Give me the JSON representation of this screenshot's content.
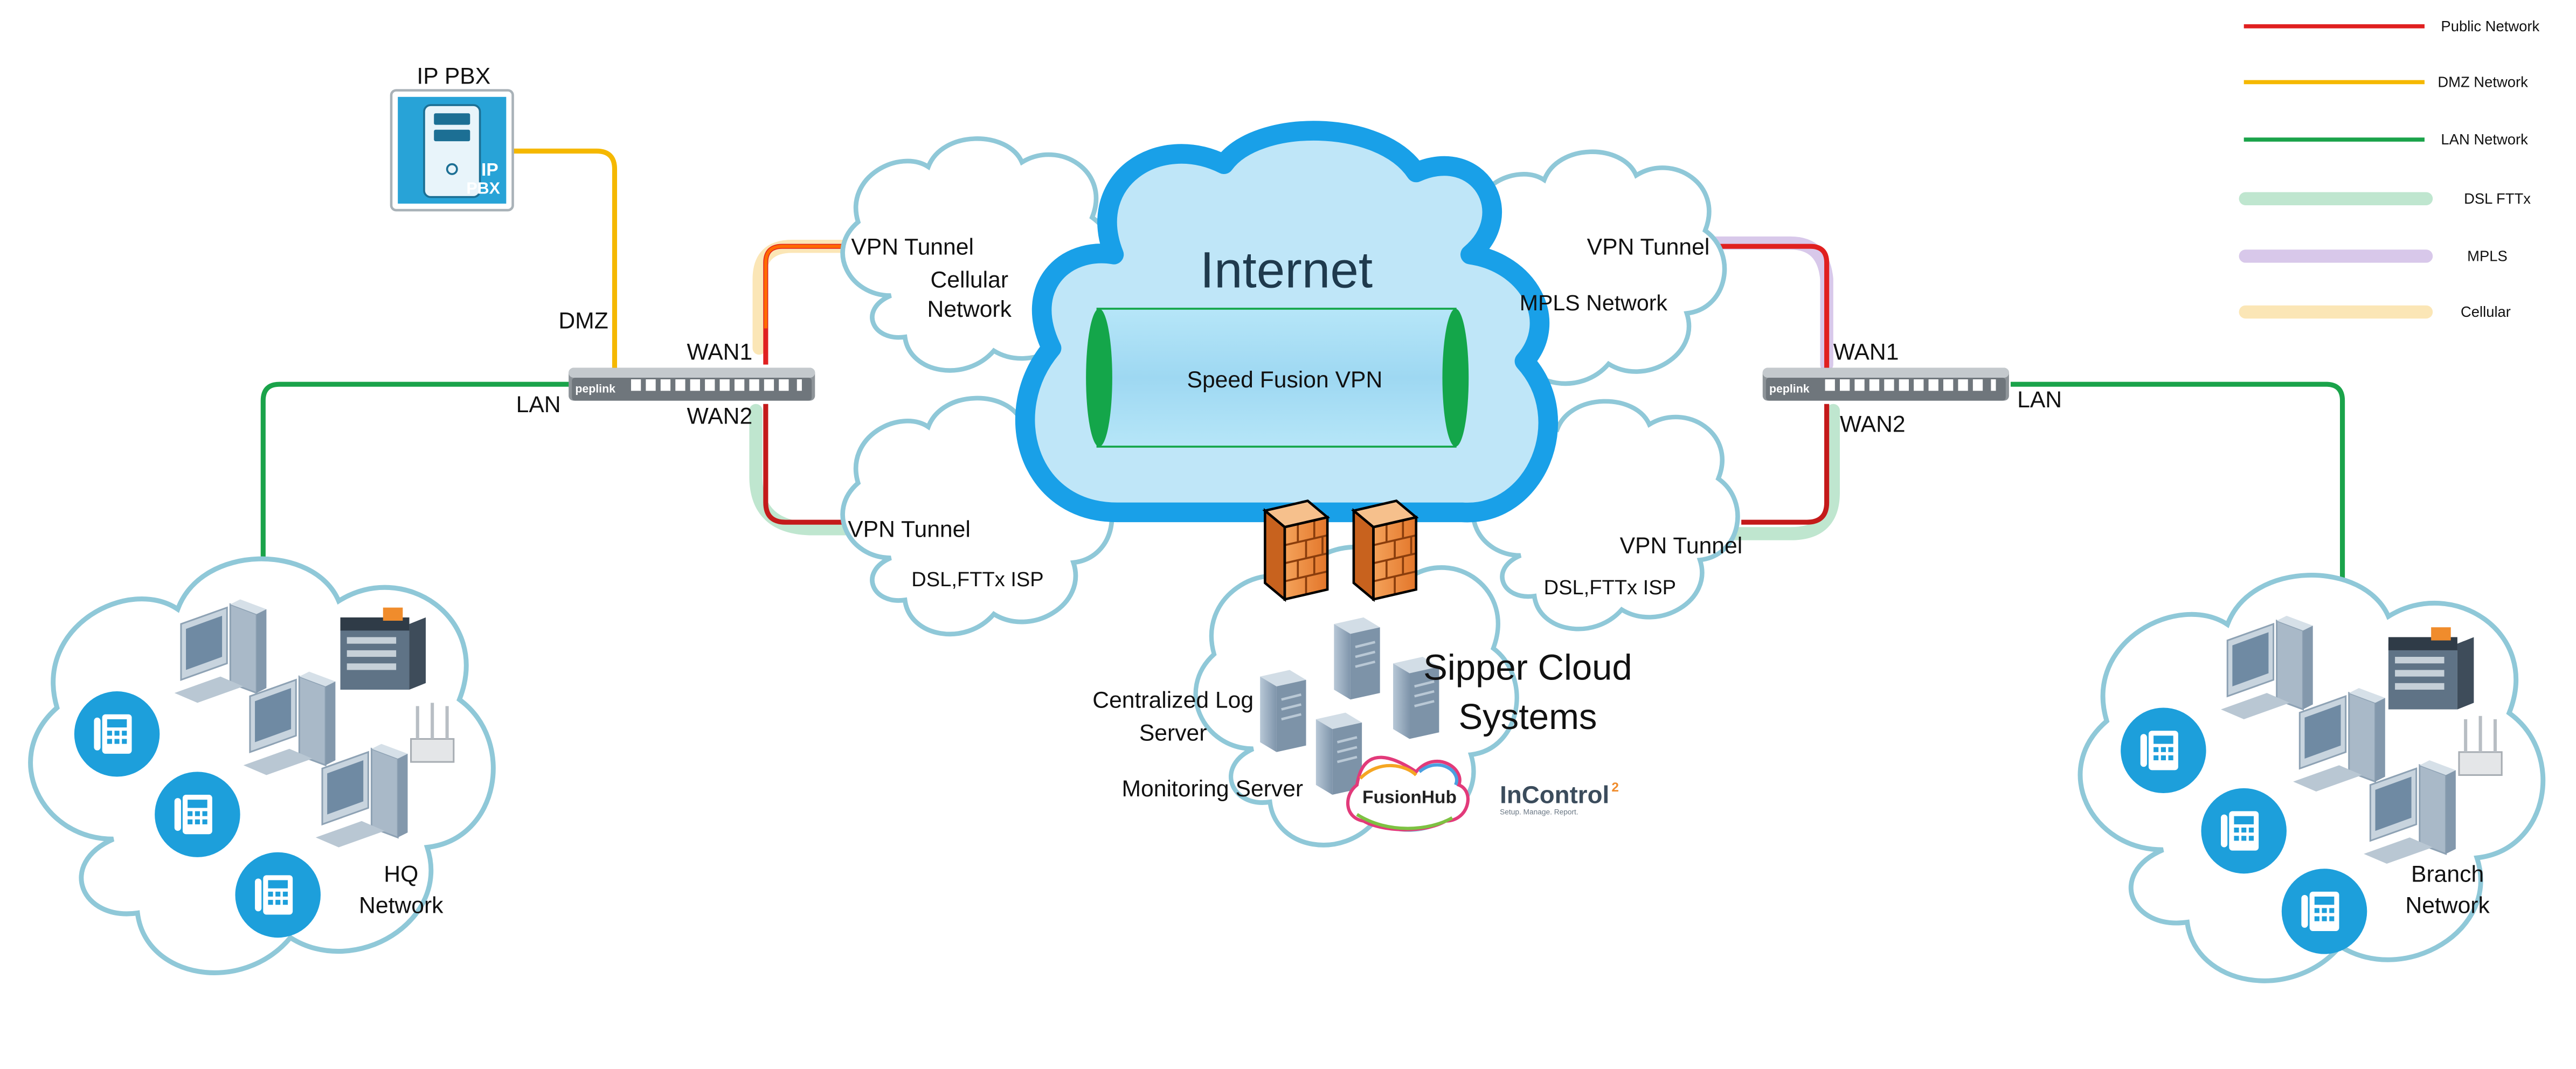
{
  "legend": [
    {
      "label": "Public Network",
      "color": "#e02020",
      "style": "thin"
    },
    {
      "label": "DMZ Network",
      "color": "#f5b800",
      "style": "thin"
    },
    {
      "label": "LAN Network",
      "color": "#1aa34a",
      "style": "thin"
    },
    {
      "label": "DSL FTTx",
      "color": "#bfe6cf",
      "style": "thick"
    },
    {
      "label": "MPLS",
      "color": "#d8c8ea",
      "style": "thick"
    },
    {
      "label": "Cellular",
      "color": "#fbe6b6",
      "style": "thick"
    }
  ],
  "ip_pbx": {
    "label": "IP PBX",
    "icon_line1": "IP",
    "icon_line2": "PBX"
  },
  "hq_router": {
    "brand": "peplink",
    "dmz": "DMZ",
    "wan1": "WAN1",
    "wan2": "WAN2",
    "lan": "LAN"
  },
  "branch_router": {
    "brand": "peplink",
    "wan1": "WAN1",
    "wan2": "WAN2",
    "lan": "LAN"
  },
  "internet": {
    "title": "Internet",
    "vpn": "Speed Fusion VPN"
  },
  "clouds": {
    "cellular": {
      "tunnel": "VPN Tunnel",
      "line1": "Cellular",
      "line2": "Network"
    },
    "dsl_left": {
      "tunnel": "VPN Tunnel",
      "name": "DSL,FTTx ISP"
    },
    "mpls": {
      "tunnel": "VPN Tunnel",
      "name": "MPLS Network"
    },
    "dsl_right": {
      "tunnel": "VPN Tunnel",
      "name": "DSL,FTTx ISP"
    }
  },
  "sipper": {
    "line1": "Sipper Cloud",
    "line2": "Systems",
    "log_line1": "Centralized Log",
    "log_line2": "Server",
    "monitoring": "Monitoring Server",
    "fusionhub": "FusionHub",
    "incontrol": "InControl",
    "incontrol_sup": "2",
    "incontrol_tag": "Setup. Manage. Report."
  },
  "hq": {
    "line1": "HQ",
    "line2": "Network"
  },
  "branch": {
    "line1": "Branch",
    "line2": "Network"
  },
  "colors": {
    "cloud_stroke": "#8fc8d8",
    "internet_blue": "#19a0e8",
    "internet_fill": "#bfe6f8",
    "phone_blue": "#1d9fdb",
    "tunnel_green": "#14a64a"
  }
}
